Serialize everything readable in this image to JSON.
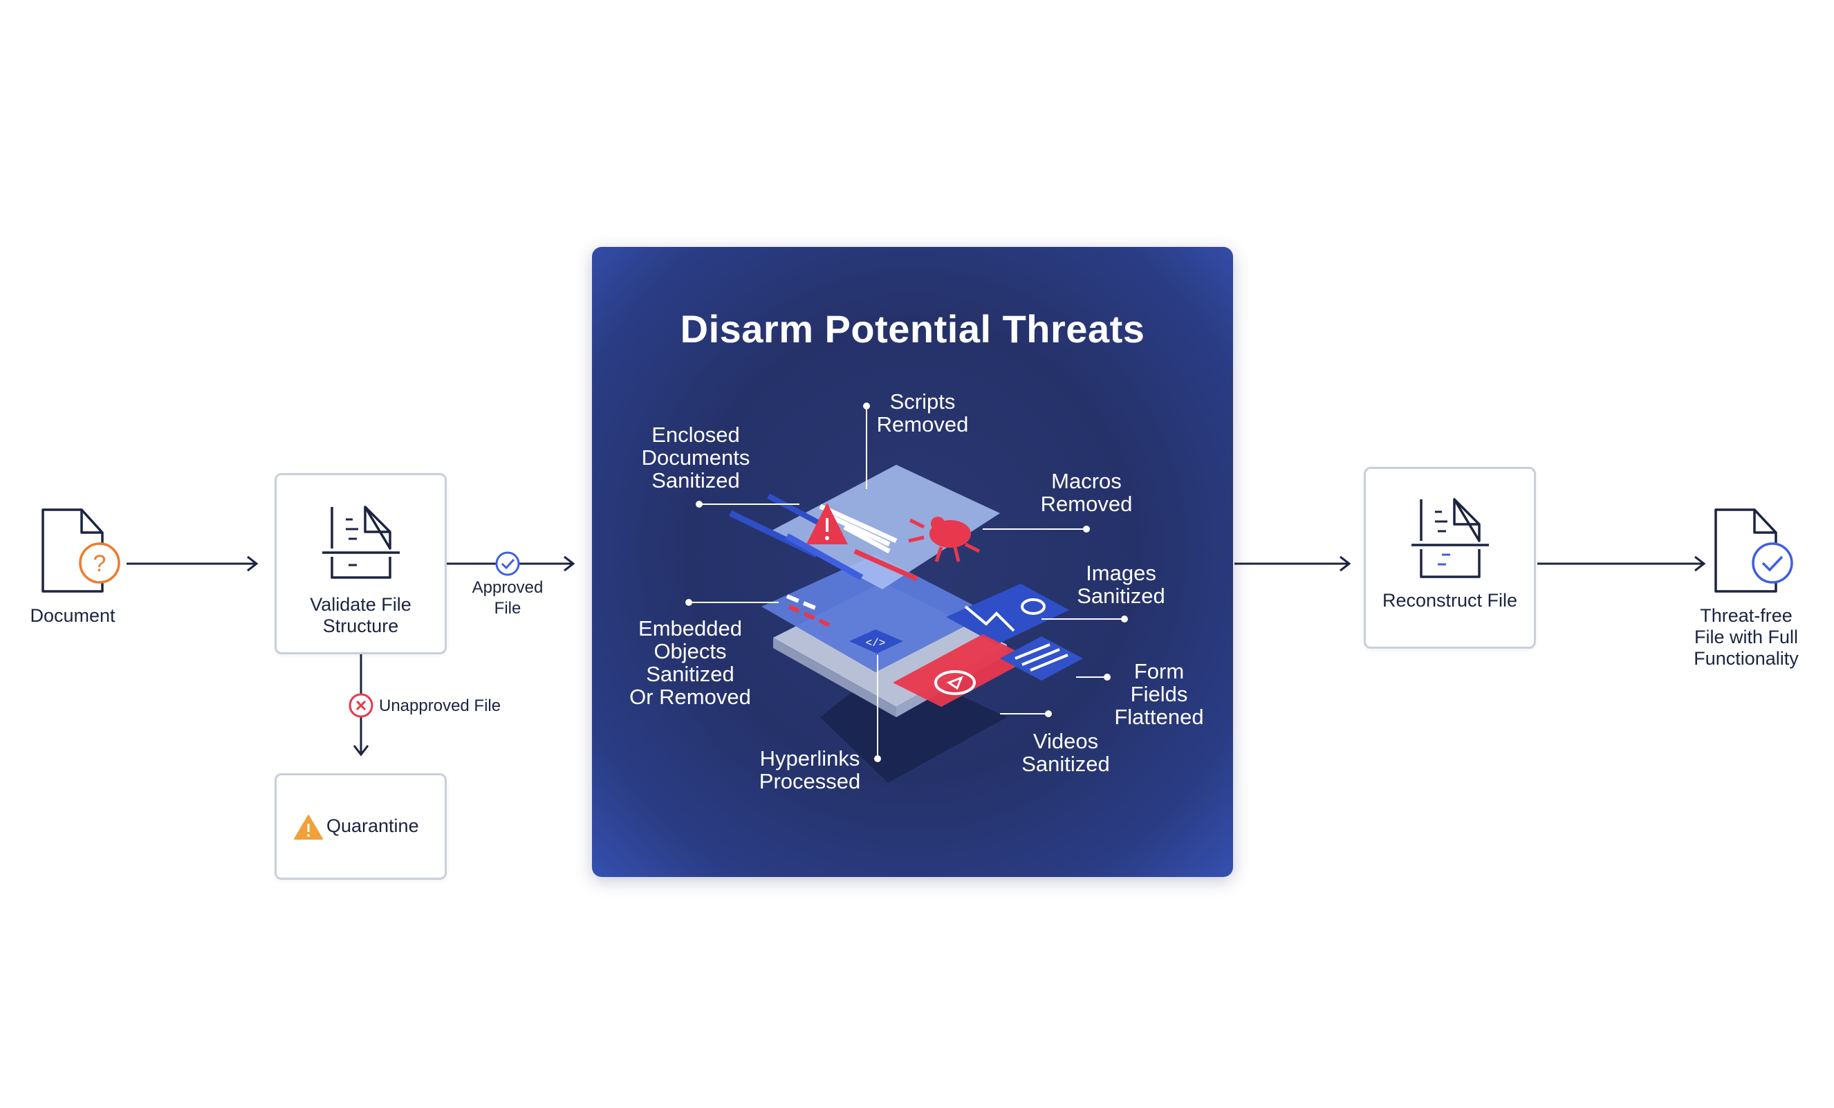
{
  "panel": {
    "title": "Disarm Potential Threats",
    "threat_labels": {
      "scripts": [
        "Scripts",
        "Removed"
      ],
      "enclosed": [
        "Enclosed",
        "Documents",
        "Sanitized"
      ],
      "macros": [
        "Macros",
        "Removed"
      ],
      "images": [
        "Images",
        "Sanitized"
      ],
      "embedded": [
        "Embedded",
        "Objects",
        "Sanitized",
        "Or Removed"
      ],
      "form": [
        "Form",
        "Fields",
        "Flattened"
      ],
      "videos": [
        "Videos",
        "Sanitized"
      ],
      "hyperlinks": [
        "Hyperlinks",
        "Processed"
      ]
    }
  },
  "flow": {
    "document": "Document",
    "validate": [
      "Validate File",
      "Structure"
    ],
    "approved": [
      "Approved",
      "File"
    ],
    "unapproved": "Unapproved File",
    "quarantine": "Quarantine",
    "reconstruct": "Reconstruct File",
    "output": [
      "Threat-free",
      "File with Full",
      "Functionality"
    ]
  },
  "colors": {
    "navy": "#1b2440",
    "orange": "#ee7b2b",
    "blue_accent": "#3e5fe0",
    "red_accent": "#e8384d",
    "warning": "#f2a03a",
    "panel_bg": "#25326a"
  },
  "icons": {
    "document": "document-question-icon",
    "validate": "document-scan-icon",
    "approved": "check-circle-icon",
    "unapproved": "x-circle-icon",
    "quarantine": "warning-triangle-icon",
    "reconstruct": "document-scan-icon",
    "output": "document-check-icon"
  }
}
